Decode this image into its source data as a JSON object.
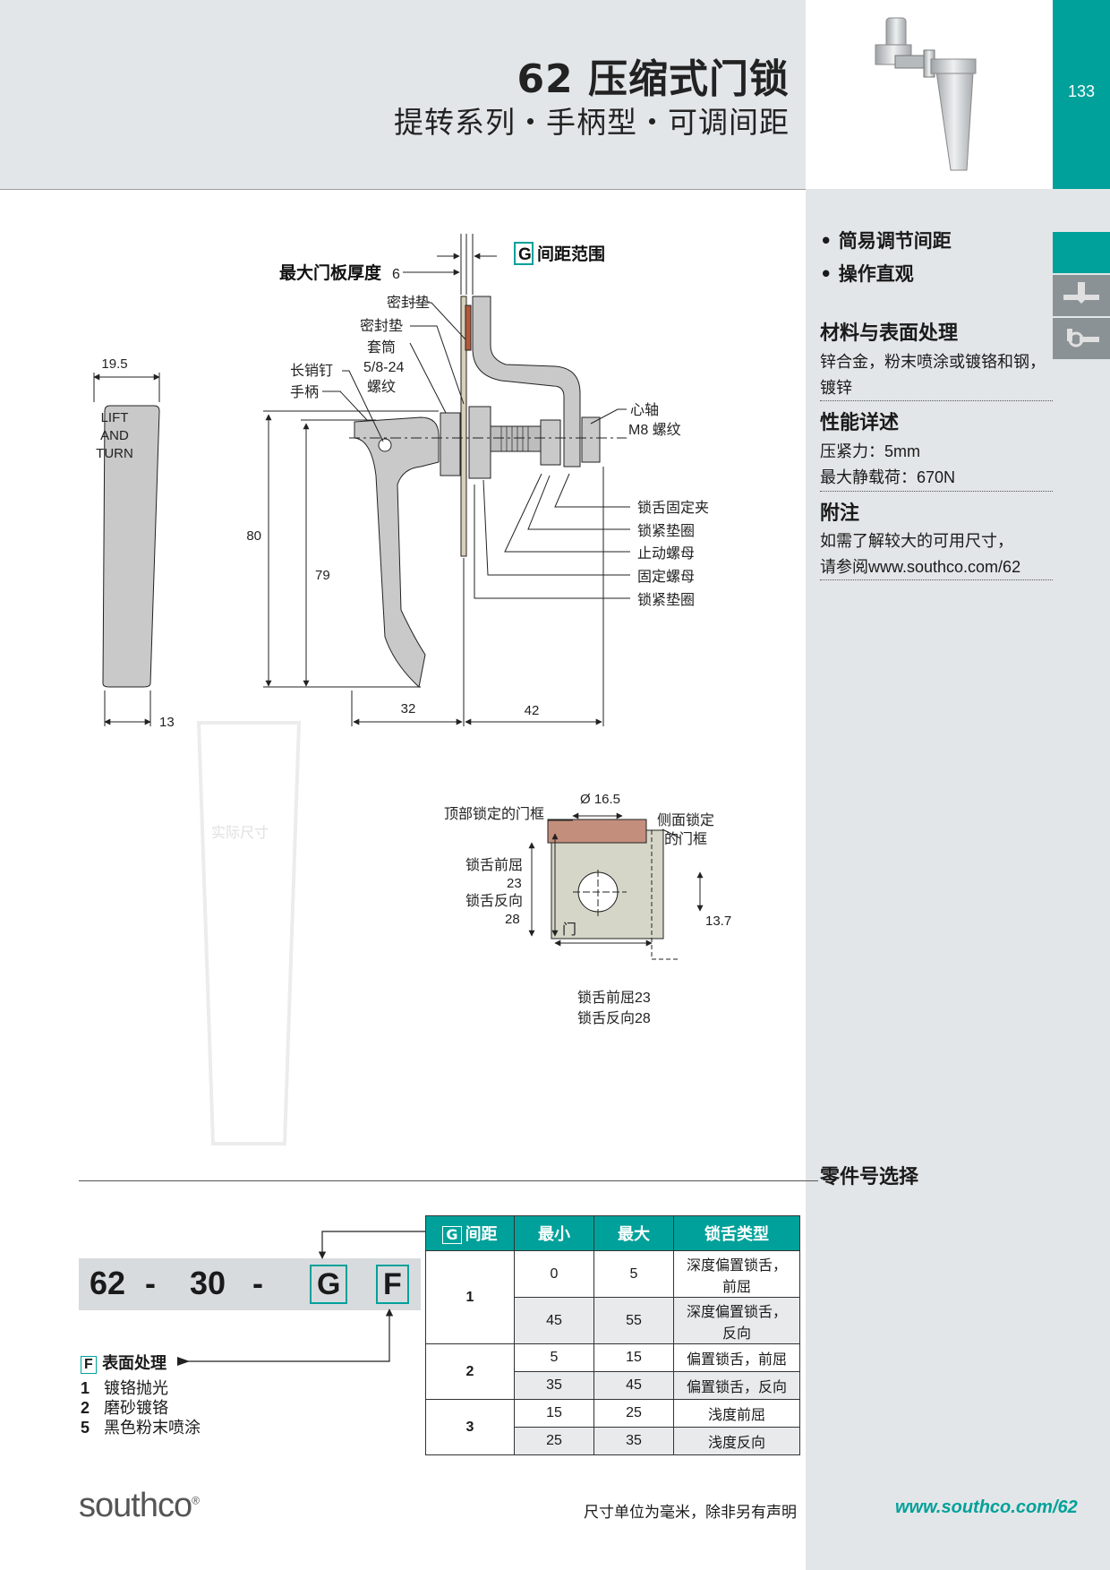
{
  "header": {
    "title": "62 压缩式门锁",
    "subtitle": "提转系列・手柄型・可调间距",
    "page_number": "133"
  },
  "features": [
    "• 简易调节间距",
    "• 操作直观"
  ],
  "materials": {
    "title": "材料与表面处理",
    "line1": "锌合金，粉末喷涂或镀铬和钢，",
    "line2": "镀锌"
  },
  "performance": {
    "title": "性能详述",
    "compression": "压紧力：5mm",
    "max_load": "最大静载荷：670N"
  },
  "notes": {
    "title": "附注",
    "line1": "如需了解较大的可用尺寸，",
    "line2": "请参阅www.southco.com/62"
  },
  "drawing": {
    "g_label": "G",
    "gap_range": "间距范围",
    "max_panel": "最大门板厚度",
    "max_panel_value": "6",
    "seal1": "密封垫",
    "seal2": "密封垫",
    "sleeve1": "套筒",
    "sleeve2": "5/8-24",
    "sleeve3": "螺纹",
    "pin": "长销钉",
    "handle": "手柄",
    "shaft": "心轴",
    "shaft_thread": "M8 螺纹",
    "clip": "锁舌固定夹",
    "washer1": "锁紧垫圈",
    "stop_nut": "止动螺母",
    "fix_nut": "固定螺母",
    "washer2": "锁紧垫圈",
    "front_text": [
      "LIFT",
      "AND",
      "TURN"
    ],
    "dim_19_5": "19.5",
    "dim_13": "13",
    "dim_80": "80",
    "dim_79": "79",
    "dim_32": "32",
    "dim_42": "42",
    "actual_size": "实际尺寸",
    "dia": "Ø 16.5",
    "top_frame": "顶部锁定的门框",
    "side_frame1": "侧面锁定",
    "side_frame2": "的门框",
    "cam_front": "锁舌前屈",
    "cam_front_v": "23",
    "cam_rev": "锁舌反向",
    "cam_rev_v": "28",
    "dim_13_7": "13.7",
    "door": "门",
    "bottom1": "锁舌前屈23",
    "bottom2": "锁舌反向28"
  },
  "part_number": {
    "section_title": "零件号选择",
    "segments": [
      "62",
      "-",
      "30",
      "-",
      "G",
      "F"
    ],
    "finish_title_tag": "F",
    "finish_title": "表面处理",
    "finishes": [
      {
        "code": "1",
        "name": "镀铬抛光"
      },
      {
        "code": "2",
        "name": "磨砂镀铬"
      },
      {
        "code": "5",
        "name": "黑色粉末喷涂"
      }
    ]
  },
  "table": {
    "headers": {
      "g": "G",
      "gap": "间距",
      "min": "最小",
      "max": "最大",
      "type": "锁舌类型"
    },
    "groups": [
      {
        "g": "1",
        "rows": [
          {
            "min": "0",
            "max": "5",
            "type1": "深度偏置锁舌，",
            "type2": "前屈"
          },
          {
            "min": "45",
            "max": "55",
            "type1": "深度偏置锁舌，",
            "type2": "反向"
          }
        ]
      },
      {
        "g": "2",
        "rows": [
          {
            "min": "5",
            "max": "15",
            "type1": "偏置锁舌，前屈",
            "type2": ""
          },
          {
            "min": "35",
            "max": "45",
            "type1": "偏置锁舌，反向",
            "type2": ""
          }
        ]
      },
      {
        "g": "3",
        "rows": [
          {
            "min": "15",
            "max": "25",
            "type1": "浅度前屈",
            "type2": ""
          },
          {
            "min": "25",
            "max": "35",
            "type1": "浅度反向",
            "type2": ""
          }
        ]
      }
    ]
  },
  "footer": {
    "note": "尺寸单位为毫米，除非另有声明",
    "url": "www.southco.com/62",
    "logo": "southco",
    "logo_mark": "®"
  },
  "colors": {
    "accent": "#00a19a",
    "panel": "#e3e6e8",
    "frame": "#c48e7d",
    "door": "#d6d6c8"
  }
}
